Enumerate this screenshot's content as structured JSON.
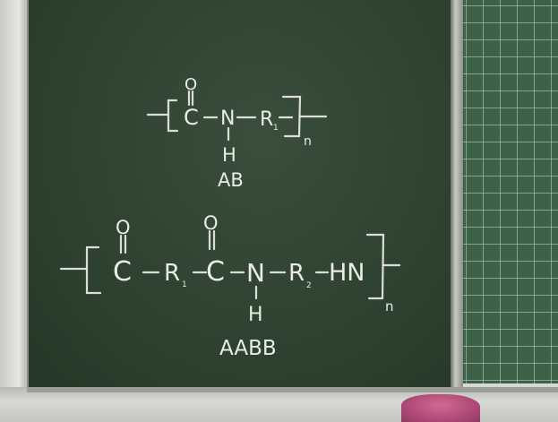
{
  "formula_ab": {
    "o": "O",
    "c": "C",
    "n": "N",
    "r1": "R",
    "r1_sub": "1",
    "h": "H",
    "n_sub": "n",
    "label": "AB"
  },
  "formula_aabb": {
    "o1": "O",
    "c1": "C",
    "r1": "R",
    "r1_sub": "1",
    "o2": "O",
    "c2": "C",
    "n": "N",
    "r2": "R",
    "r2_sub": "2",
    "hn": "HN",
    "h": "H",
    "n_sub": "n",
    "label": "AABB"
  },
  "colors": {
    "board": "#2f4231",
    "chalk": "#e9ece4",
    "grid_panel": "#3d6048",
    "cloth": "#b04a78"
  }
}
